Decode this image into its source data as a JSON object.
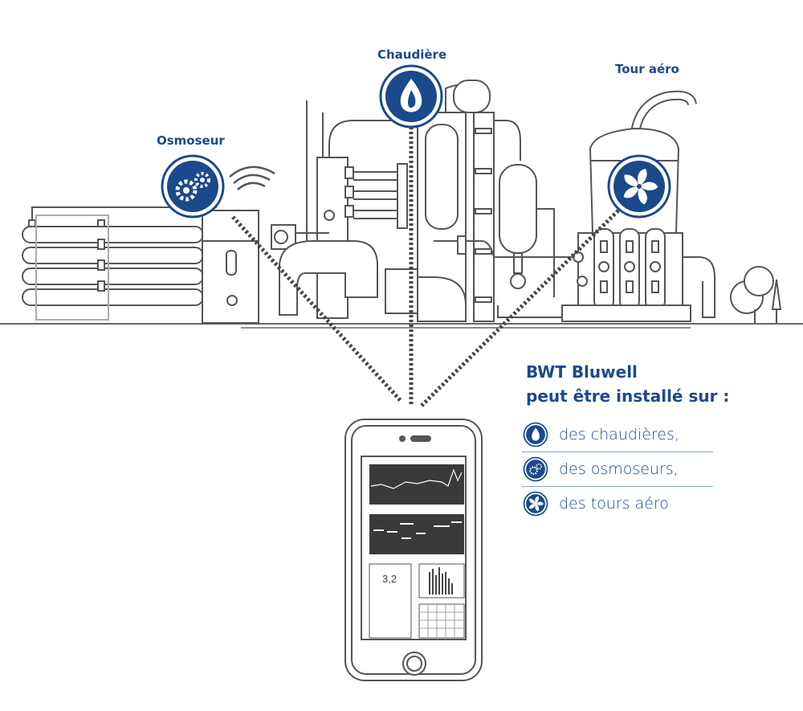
{
  "labels": {
    "osmoseur": "Osmoseur",
    "chaudiere": "Chaudière",
    "tour": "Tour aéro"
  },
  "heading": {
    "line1": "BWT Bluwell",
    "line2": "peut être installé sur :"
  },
  "legend": [
    {
      "text": "des chaudières,",
      "icon": "flame-icon"
    },
    {
      "text": "des osmoseurs,",
      "icon": "gears-icon"
    },
    {
      "text": "des tours aéro",
      "icon": "fan-icon"
    }
  ],
  "phone": {
    "kpi_value": "3,2"
  },
  "colors": {
    "brand_blue": "#1a4a8c",
    "line_gray": "#555555",
    "phone_panel": "#3a3a3a"
  }
}
